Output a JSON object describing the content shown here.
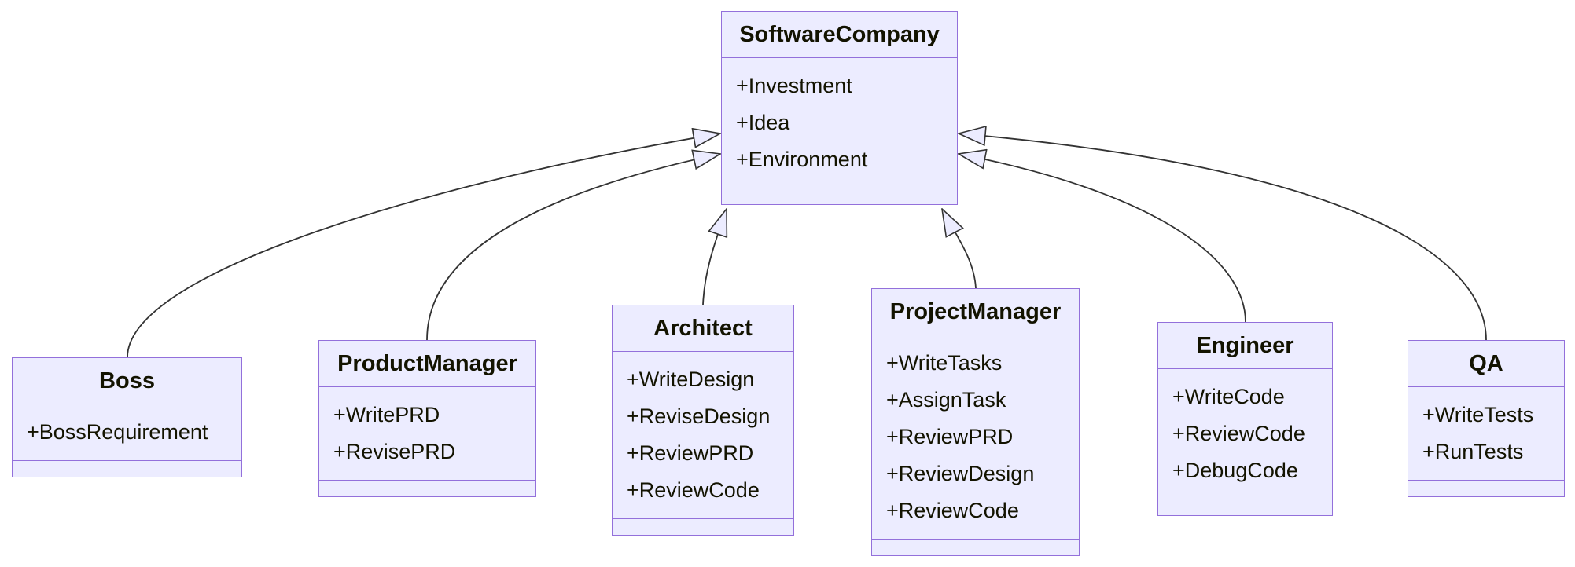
{
  "diagram": {
    "type": "uml-class-diagram",
    "classes": [
      {
        "key": "software-company",
        "name": "SoftwareCompany",
        "attributes": [
          "+Investment",
          "+Idea",
          "+Environment"
        ],
        "methods": []
      },
      {
        "key": "boss",
        "name": "Boss",
        "attributes": [
          "+BossRequirement"
        ],
        "methods": []
      },
      {
        "key": "product-manager",
        "name": "ProductManager",
        "attributes": [
          "+WritePRD",
          "+RevisePRD"
        ],
        "methods": []
      },
      {
        "key": "architect",
        "name": "Architect",
        "attributes": [
          "+WriteDesign",
          "+ReviseDesign",
          "+ReviewPRD",
          "+ReviewCode"
        ],
        "methods": []
      },
      {
        "key": "project-manager",
        "name": "ProjectManager",
        "attributes": [
          "+WriteTasks",
          "+AssignTask",
          "+ReviewPRD",
          "+ReviewDesign",
          "+ReviewCode"
        ],
        "methods": []
      },
      {
        "key": "engineer",
        "name": "Engineer",
        "attributes": [
          "+WriteCode",
          "+ReviewCode",
          "+DebugCode"
        ],
        "methods": []
      },
      {
        "key": "qa",
        "name": "QA",
        "attributes": [
          "+WriteTests",
          "+RunTests"
        ],
        "methods": []
      }
    ],
    "relations": [
      {
        "from": "Boss",
        "to": "SoftwareCompany",
        "type": "inheritance"
      },
      {
        "from": "ProductManager",
        "to": "SoftwareCompany",
        "type": "inheritance"
      },
      {
        "from": "Architect",
        "to": "SoftwareCompany",
        "type": "inheritance"
      },
      {
        "from": "ProjectManager",
        "to": "SoftwareCompany",
        "type": "inheritance"
      },
      {
        "from": "Engineer",
        "to": "SoftwareCompany",
        "type": "inheritance"
      },
      {
        "from": "QA",
        "to": "SoftwareCompany",
        "type": "inheritance"
      }
    ],
    "colors": {
      "node_fill": "#ECECFF",
      "node_border": "#9370DB",
      "edge_line": "#333333",
      "text": "#131300",
      "background": "#FFFFFF"
    }
  }
}
